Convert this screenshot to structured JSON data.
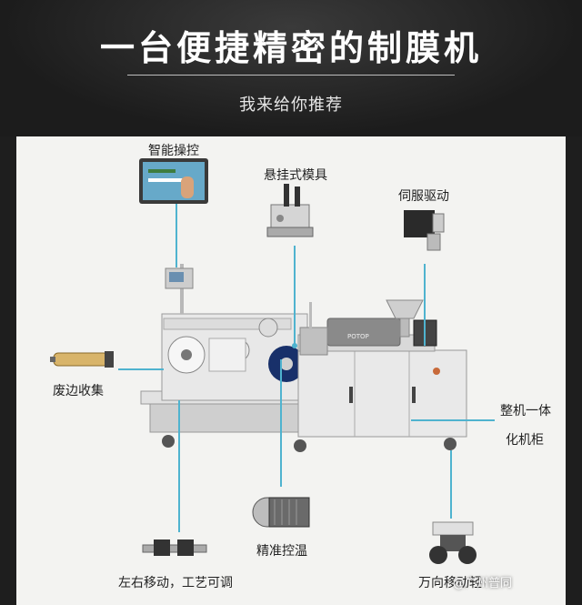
{
  "header": {
    "title": "一台便捷精密的制膜机",
    "subtitle": "我来给你推荐"
  },
  "callouts": {
    "smart_control": "智能操控",
    "hanging_die": "悬挂式模具",
    "servo_drive": "伺服驱动",
    "edge_collection": "废边收集",
    "cabinet_line1": "整机一体",
    "cabinet_line2": "化机柜",
    "temp_control": "精准控温",
    "adjustable": "左右移动，工艺可调",
    "casters": "万向移动轻",
    "watermark": "@广州普同"
  },
  "machine": {
    "brand": "POTOP"
  }
}
